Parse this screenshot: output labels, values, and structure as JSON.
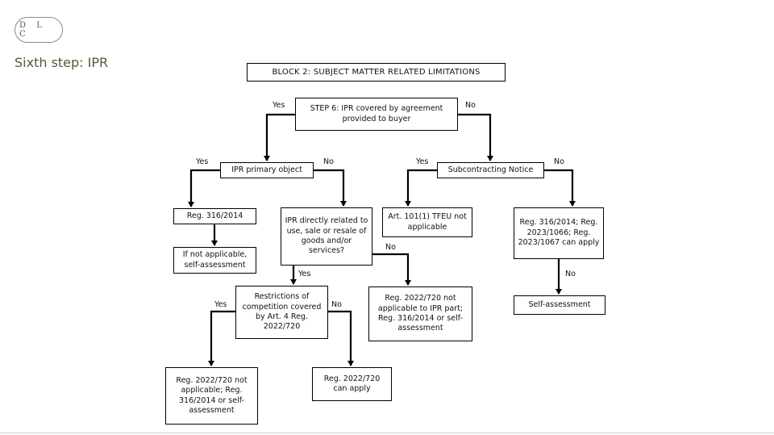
{
  "logo": {
    "text": "D L C"
  },
  "slide": {
    "title": "Sixth step: IPR"
  },
  "diagram": {
    "block_header": "BLOCK 2: SUBJECT MATTER RELATED LIMITATIONS",
    "nodes": {
      "step6": "STEP 6: IPR covered by agreement provided to buyer",
      "ipr_primary": "IPR primary object",
      "subcontracting": "Subcontracting Notice",
      "reg316": "Reg. 316/2014",
      "if_not_applicable": "If not applicable, self-assessment",
      "ipr_directly": "IPR directly related to use, sale or resale of goods and/or services?",
      "art101": "Art. 101(1) TFEU not applicable",
      "reg316_2023": "Reg. 316/2014; Reg. 2023/1066; Reg. 2023/1067 can apply",
      "restrictions": "Restrictions of competition covered by Art. 4 Reg. 2022/720",
      "reg2022_not_ipr": "Reg. 2022/720 not applicable to IPR part; Reg. 316/2014 or self-assessment",
      "self_assessment": "Self-assessment",
      "reg2022_not_applicable": "Reg. 2022/720 not applicable; Reg. 316/2014 or self-assessment",
      "reg2022_can_apply": "Reg. 2022/720 can apply"
    },
    "labels": {
      "yes": "Yes",
      "no": "No"
    }
  }
}
